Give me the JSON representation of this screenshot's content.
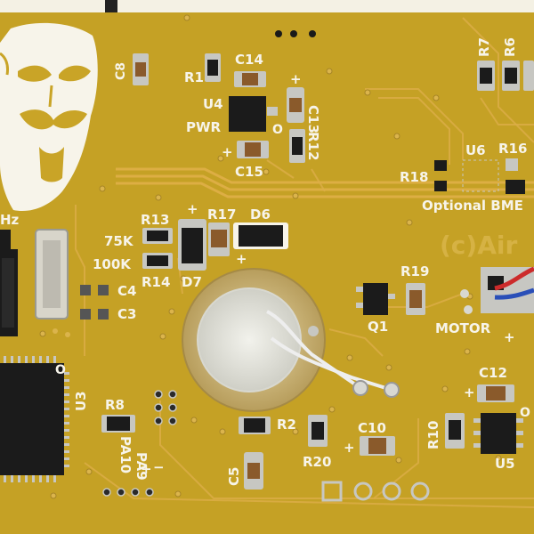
{
  "board": {
    "colors": {
      "pcb": "#c9a427",
      "silkscreen": "#f7f4ea",
      "copper": "#e1b04a",
      "pad": "#c7c7c2",
      "chip": "#1b1b1b",
      "background": "#f4f1e4"
    },
    "labels": {
      "c8": "C8",
      "r1": "R1",
      "c14": "C14",
      "u4": "U4",
      "pwr": "PWR",
      "o_mark": "O",
      "c13": "C13",
      "r12": "R12",
      "plus_c15": "+",
      "plus_c13": "+",
      "c15": "C15",
      "r7": "R7",
      "r6": "R6",
      "u6": "U6",
      "r16": "R16",
      "r18": "R18",
      "optional_bme": "Optional BME",
      "hz": "Hz",
      "r13": "R13",
      "r17": "R17",
      "d6": "D6",
      "plus_d7": "+",
      "plus_d6": "+",
      "val_75k": "75K",
      "val_100k": "100K",
      "r14": "R14",
      "d7": "D7",
      "c4": "C4",
      "c3": "C3",
      "copyright": "(c)Air",
      "r19": "R19",
      "q1": "Q1",
      "motor": "MOTOR",
      "plus_motor": "+",
      "o_u3": "O",
      "u3": "U3",
      "r8": "R8",
      "pa9": "PA9",
      "pa10": "PA10",
      "plus_pa": "+",
      "minus_pa": "−",
      "r2": "R2",
      "r20": "R20",
      "c5": "C5",
      "c10": "C10",
      "plus_c10": "+",
      "c12": "C12",
      "plus_c12": "+",
      "r10": "R10",
      "u5": "U5",
      "o_u5": "O"
    }
  }
}
